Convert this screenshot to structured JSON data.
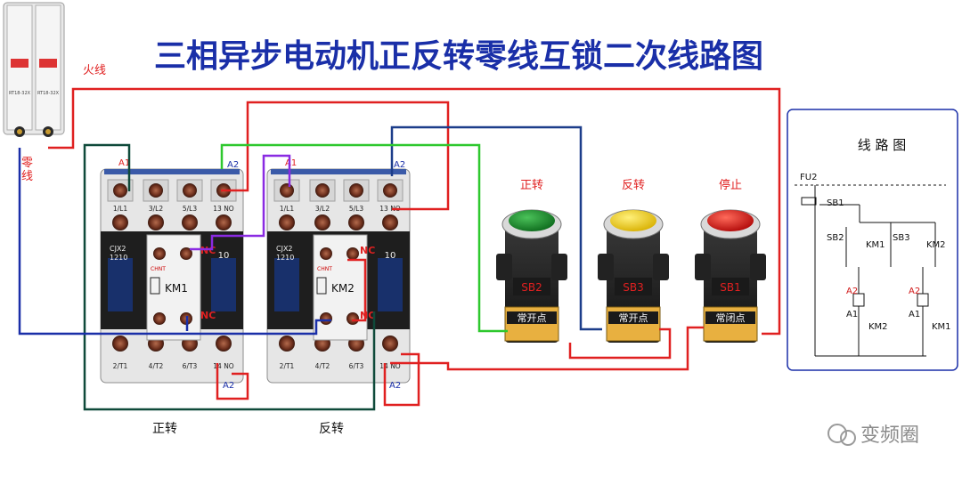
{
  "title": "三相异步电动机正反转零线互锁二次线路图",
  "fuse": {
    "live_label": "火线",
    "neutral_label": "零\n线",
    "model": "RT18-32X"
  },
  "contactors": [
    {
      "id": "KM1",
      "model": "CJX2",
      "model2": "1210",
      "brand": "CHNT",
      "terms_top": [
        "1/L1",
        "3/L2",
        "5/L3",
        "13 NO"
      ],
      "terms_bot": [
        "2/T1",
        "4/T2",
        "6/T3",
        "14 NO"
      ],
      "a1": "A1",
      "a2_top": "A2",
      "a2_bot": "A2",
      "nc_top": "NC",
      "nc_bot": "NC",
      "num": "10",
      "caption": "正转"
    },
    {
      "id": "KM2",
      "model": "CJX2",
      "model2": "1210",
      "brand": "CHNT",
      "terms_top": [
        "1/L1",
        "3/L2",
        "5/L3",
        "13 NO"
      ],
      "terms_bot": [
        "2/T1",
        "4/T2",
        "6/T3",
        "14 NO"
      ],
      "a1": "A1",
      "a2_top": "A2",
      "a2_bot": "A2",
      "nc_top": "NC",
      "nc_bot": "NC",
      "num": "10",
      "caption": "反转"
    }
  ],
  "buttons": [
    {
      "label": "正转",
      "tag": "SB2",
      "contact": "常开点",
      "color": "#1e8c2e"
    },
    {
      "label": "反转",
      "tag": "SB3",
      "contact": "常开点",
      "color": "#f0d010"
    },
    {
      "label": "停止",
      "tag": "SB1",
      "contact": "常闭点",
      "color": "#d81c1c"
    }
  ],
  "schematic": {
    "title": "线 路 图",
    "labels": [
      "FU2",
      "SB1",
      "SB2",
      "KM1",
      "SB3",
      "KM2",
      "A2",
      "A1",
      "KM2",
      "A2",
      "A1",
      "KM1"
    ]
  },
  "watermark": "变频圈",
  "colors": {
    "red": "#e02020",
    "blue": "#1a2fa8",
    "green": "#2ec82e",
    "purple": "#8a2be2",
    "darkgreen": "#0f4a3a",
    "navy": "#1c3d8a"
  }
}
